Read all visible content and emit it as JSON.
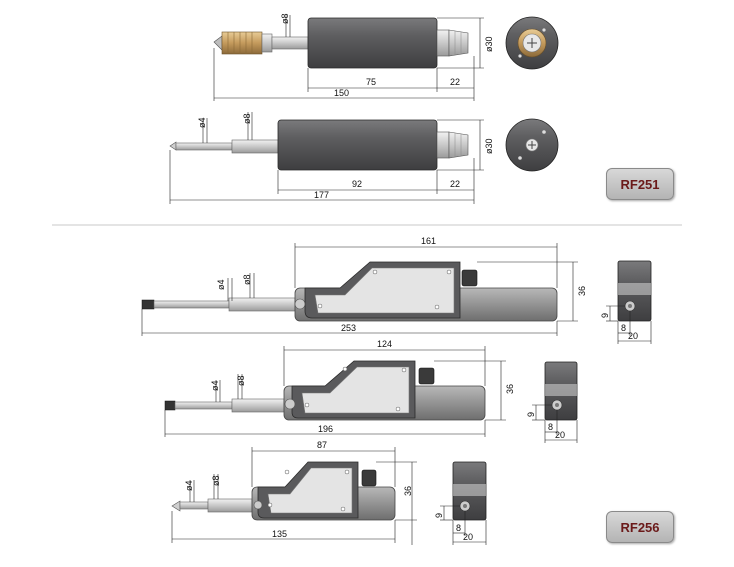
{
  "rf251": {
    "label": "RF251",
    "top": {
      "tip_dia": "ø8",
      "body": "75",
      "cap": "22",
      "total": "150",
      "end_dia": "ø30"
    },
    "bottom": {
      "tip_dia": "ø4",
      "rod_dia": "ø8",
      "body": "92",
      "cap": "22",
      "total": "177",
      "end_dia": "ø30"
    }
  },
  "rf256": {
    "label": "RF256",
    "large": {
      "width": "161",
      "height": "36",
      "total": "253",
      "tip_dia": "ø4",
      "rod_dia": "ø8",
      "side_offset": "9",
      "side_small": "8",
      "side_width": "20"
    },
    "medium": {
      "width": "124",
      "height": "36",
      "total": "196",
      "tip_dia": "ø4",
      "rod_dia": "ø8",
      "side_offset": "9",
      "side_small": "8",
      "side_width": "20"
    },
    "small": {
      "width": "87",
      "height": "36",
      "total": "135",
      "tip_dia": "ø4",
      "rod_dia": "ø8",
      "side_offset": "9",
      "side_small": "8",
      "side_width": "20"
    }
  },
  "colors": {
    "body": "#5a5a5c",
    "panel": "#e4e4e4",
    "brass": "#c9a56a",
    "badge_text": "#6b1a1a"
  }
}
